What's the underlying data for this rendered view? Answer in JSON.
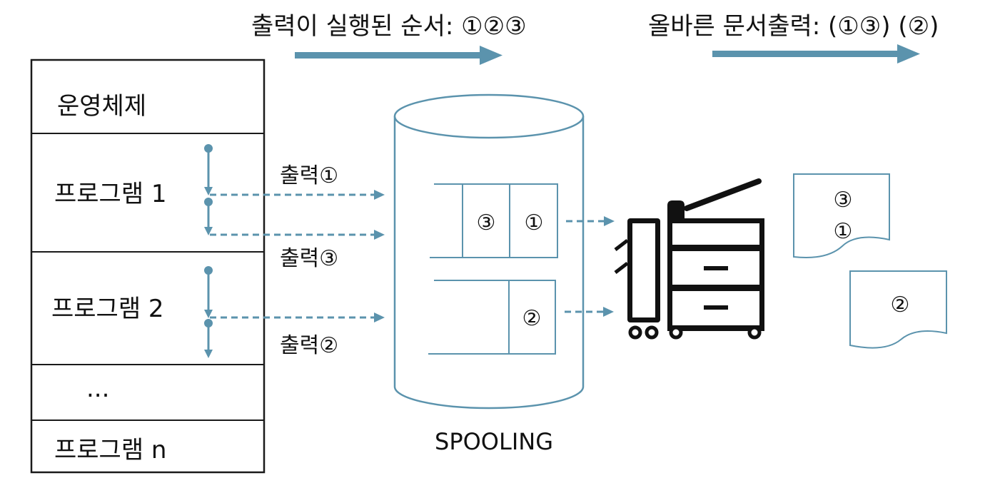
{
  "headers": {
    "executed_order": "출력이 실행된 순서: ①②③",
    "correct_output": "올바른 문서출력: (①③) (②)"
  },
  "os_table": {
    "os": "운영체제",
    "program1": "프로그램 1",
    "program2": "프로그램 2",
    "ellipsis": "...",
    "programN": "프로그램 n"
  },
  "outputs": {
    "out1": "출력①",
    "out3": "출력③",
    "out2": "출력②"
  },
  "spool": {
    "label": "SPOOLING",
    "buffer1": [
      "③",
      "①"
    ],
    "buffer2": [
      "②"
    ]
  },
  "papers": {
    "paper1_line1": "③",
    "paper1_line2": "①",
    "paper2": "②"
  },
  "colors": {
    "accent": "#5b93ad",
    "ink": "#1a1a1a"
  }
}
